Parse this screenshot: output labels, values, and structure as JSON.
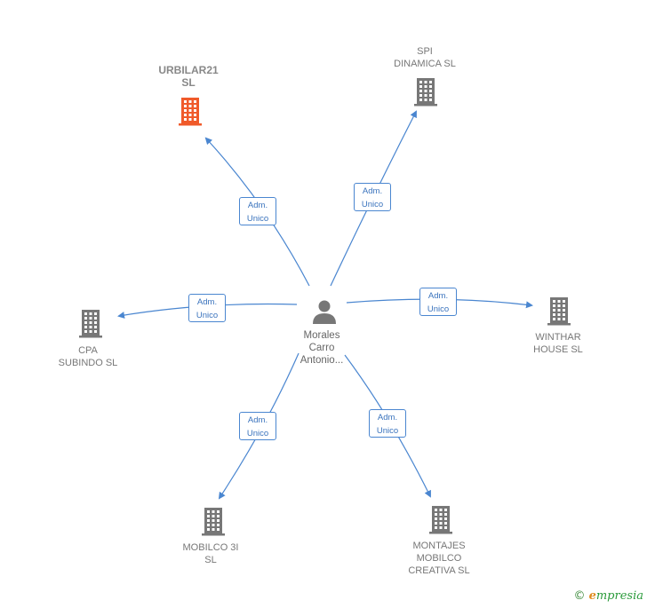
{
  "center": {
    "label": "Morales\nCarro\nAntonio...",
    "icon": "person-icon"
  },
  "nodes": [
    {
      "id": "urbilar21",
      "label": "URBILAR21\nSL",
      "icon": "building-icon",
      "color": "#f05a2a",
      "focus": true
    },
    {
      "id": "spi-dinamica",
      "label": "SPI\nDINAMICA SL",
      "icon": "building-icon",
      "color": "#777777"
    },
    {
      "id": "cpa-subindo",
      "label": "CPA\nSUBINDO SL",
      "icon": "building-icon",
      "color": "#777777"
    },
    {
      "id": "winthar-house",
      "label": "WINTHAR\nHOUSE SL",
      "icon": "building-icon",
      "color": "#777777"
    },
    {
      "id": "mobilco-3i",
      "label": "MOBILCO 3I\nSL",
      "icon": "building-icon",
      "color": "#777777"
    },
    {
      "id": "montajes-mobilco",
      "label": "MONTAJES\nMOBILCO\nCREATIVA SL",
      "icon": "building-icon",
      "color": "#777777"
    }
  ],
  "edges": [
    {
      "target": "urbilar21",
      "line1": "Adm.",
      "line2": "Unico"
    },
    {
      "target": "spi-dinamica",
      "line1": "Adm.",
      "line2": "Unico"
    },
    {
      "target": "cpa-subindo",
      "line1": "Adm.",
      "line2": "Unico"
    },
    {
      "target": "winthar-house",
      "line1": "Adm.",
      "line2": "Unico"
    },
    {
      "target": "mobilco-3i",
      "line1": "Adm.",
      "line2": "Unico"
    },
    {
      "target": "montajes-mobilco",
      "line1": "Adm.",
      "line2": "Unico"
    }
  ],
  "colors": {
    "edge": "#4a86d0",
    "building": "#777777",
    "focus": "#f05a2a"
  },
  "footer": {
    "copyright": "©",
    "brand_first": "e",
    "brand_rest": "mpresia"
  }
}
